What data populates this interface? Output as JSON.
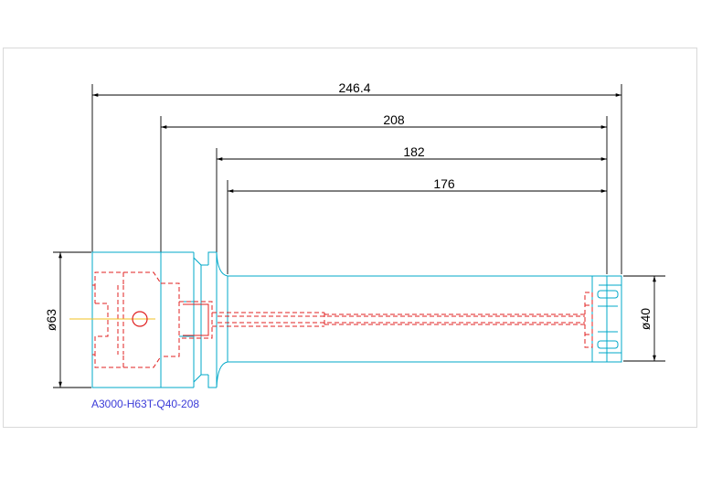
{
  "dimensions": {
    "overall_length": "246.4",
    "length_208": "208",
    "length_182": "182",
    "length_176": "176",
    "diameter_shank": "ø63",
    "diameter_bore": "ø40"
  },
  "part_number": "A3000-H63T-Q40-208",
  "colors": {
    "outline": "#00a8c8",
    "hidden": "#e02020",
    "dimension": "#000000",
    "label": "#3b3bd8",
    "centerline": "#f0c020"
  }
}
